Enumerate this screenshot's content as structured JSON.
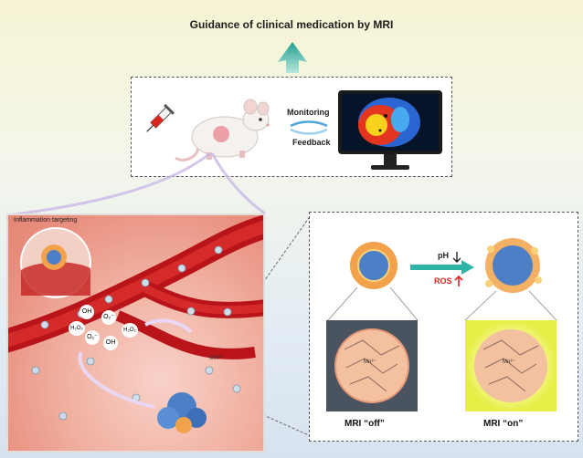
{
  "title": "Guidance of clinical medication by MRI",
  "top_box": {
    "monitoring": "Monitoring",
    "feedback": "Feedback"
  },
  "left_panel": {
    "inset_label": "Inflammation targeting",
    "ros_labels": [
      "OH",
      "O₂⁻",
      "H₂O₂",
      "O₂⁻",
      "OH",
      "H₂O₂"
    ],
    "ion_label": "Mn²⁺"
  },
  "right_box": {
    "ph_label": "pH",
    "ros_label": "ROS",
    "ion_label": "Mn²⁺",
    "mri_off_label": "MRI “off”",
    "mri_on_label": "MRI “on”"
  },
  "colors": {
    "arrow_teal": "#2fb3a6",
    "vessel_red": "#b8141a",
    "ros_red": "#e0261f",
    "nanoparticle_orange": "#f2a24a",
    "nanoparticle_blue": "#4d7fc7"
  }
}
